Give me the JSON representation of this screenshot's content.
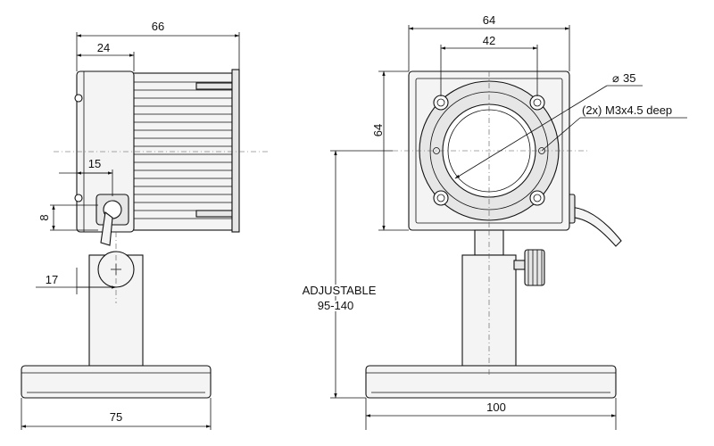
{
  "side_view": {
    "dim_total_depth": "66",
    "dim_body_depth": "24",
    "dim_cable_offset": "15",
    "dim_cable_height": "8",
    "dim_post_offset": "17",
    "dim_base_depth": "75"
  },
  "front_view": {
    "dim_width": "64",
    "dim_hole_spacing": "42",
    "dim_aperture": "35",
    "dim_aperture_symbol": "⌀",
    "dim_height": "64",
    "hole_note": "(2x) M3x4.5 deep",
    "dim_base_width": "100"
  },
  "adjustable_label": {
    "line1": "ADJUSTABLE",
    "line2": "95-140"
  }
}
